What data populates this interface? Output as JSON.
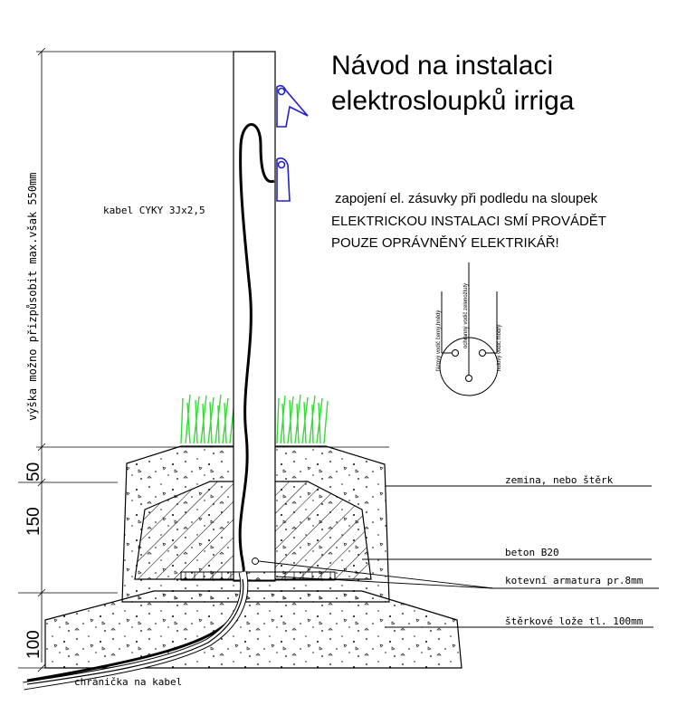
{
  "title": {
    "line1": "Návod na instalaci",
    "line2": "elektrosloupků irriga"
  },
  "notes": {
    "line1": "zapojení el. zásuvky při podledu na sloupek",
    "line2": "ELEKTRICKOU INSTALACI SMÍ PROVÁDĚT",
    "line3": "POUZE OPRÁVNĚNÝ ELEKTRIKÁŘ!"
  },
  "cable_label": "kabel CYKY 3Jx2,5",
  "height_label": "výška možno přizpůsobit max.však 550mm",
  "dimensions": {
    "d50": "50",
    "d150": "150",
    "d100": "100"
  },
  "socket": {
    "phase": "fázový vodič černý,hnědý",
    "protective": "ochranný vodič zelenožlutý",
    "neutral": "nulový vodič modrý"
  },
  "callouts": {
    "soil": "zemina, nebo štěrk",
    "concrete": "beton B20",
    "rebar": "kotevní armatura pr.8mm",
    "gravel": "štěrkové lože tl. 100mm",
    "conduit": "chránička na kabel"
  },
  "colors": {
    "grass": "#33dd33",
    "bracket": "#2222cc",
    "line": "#000000"
  }
}
